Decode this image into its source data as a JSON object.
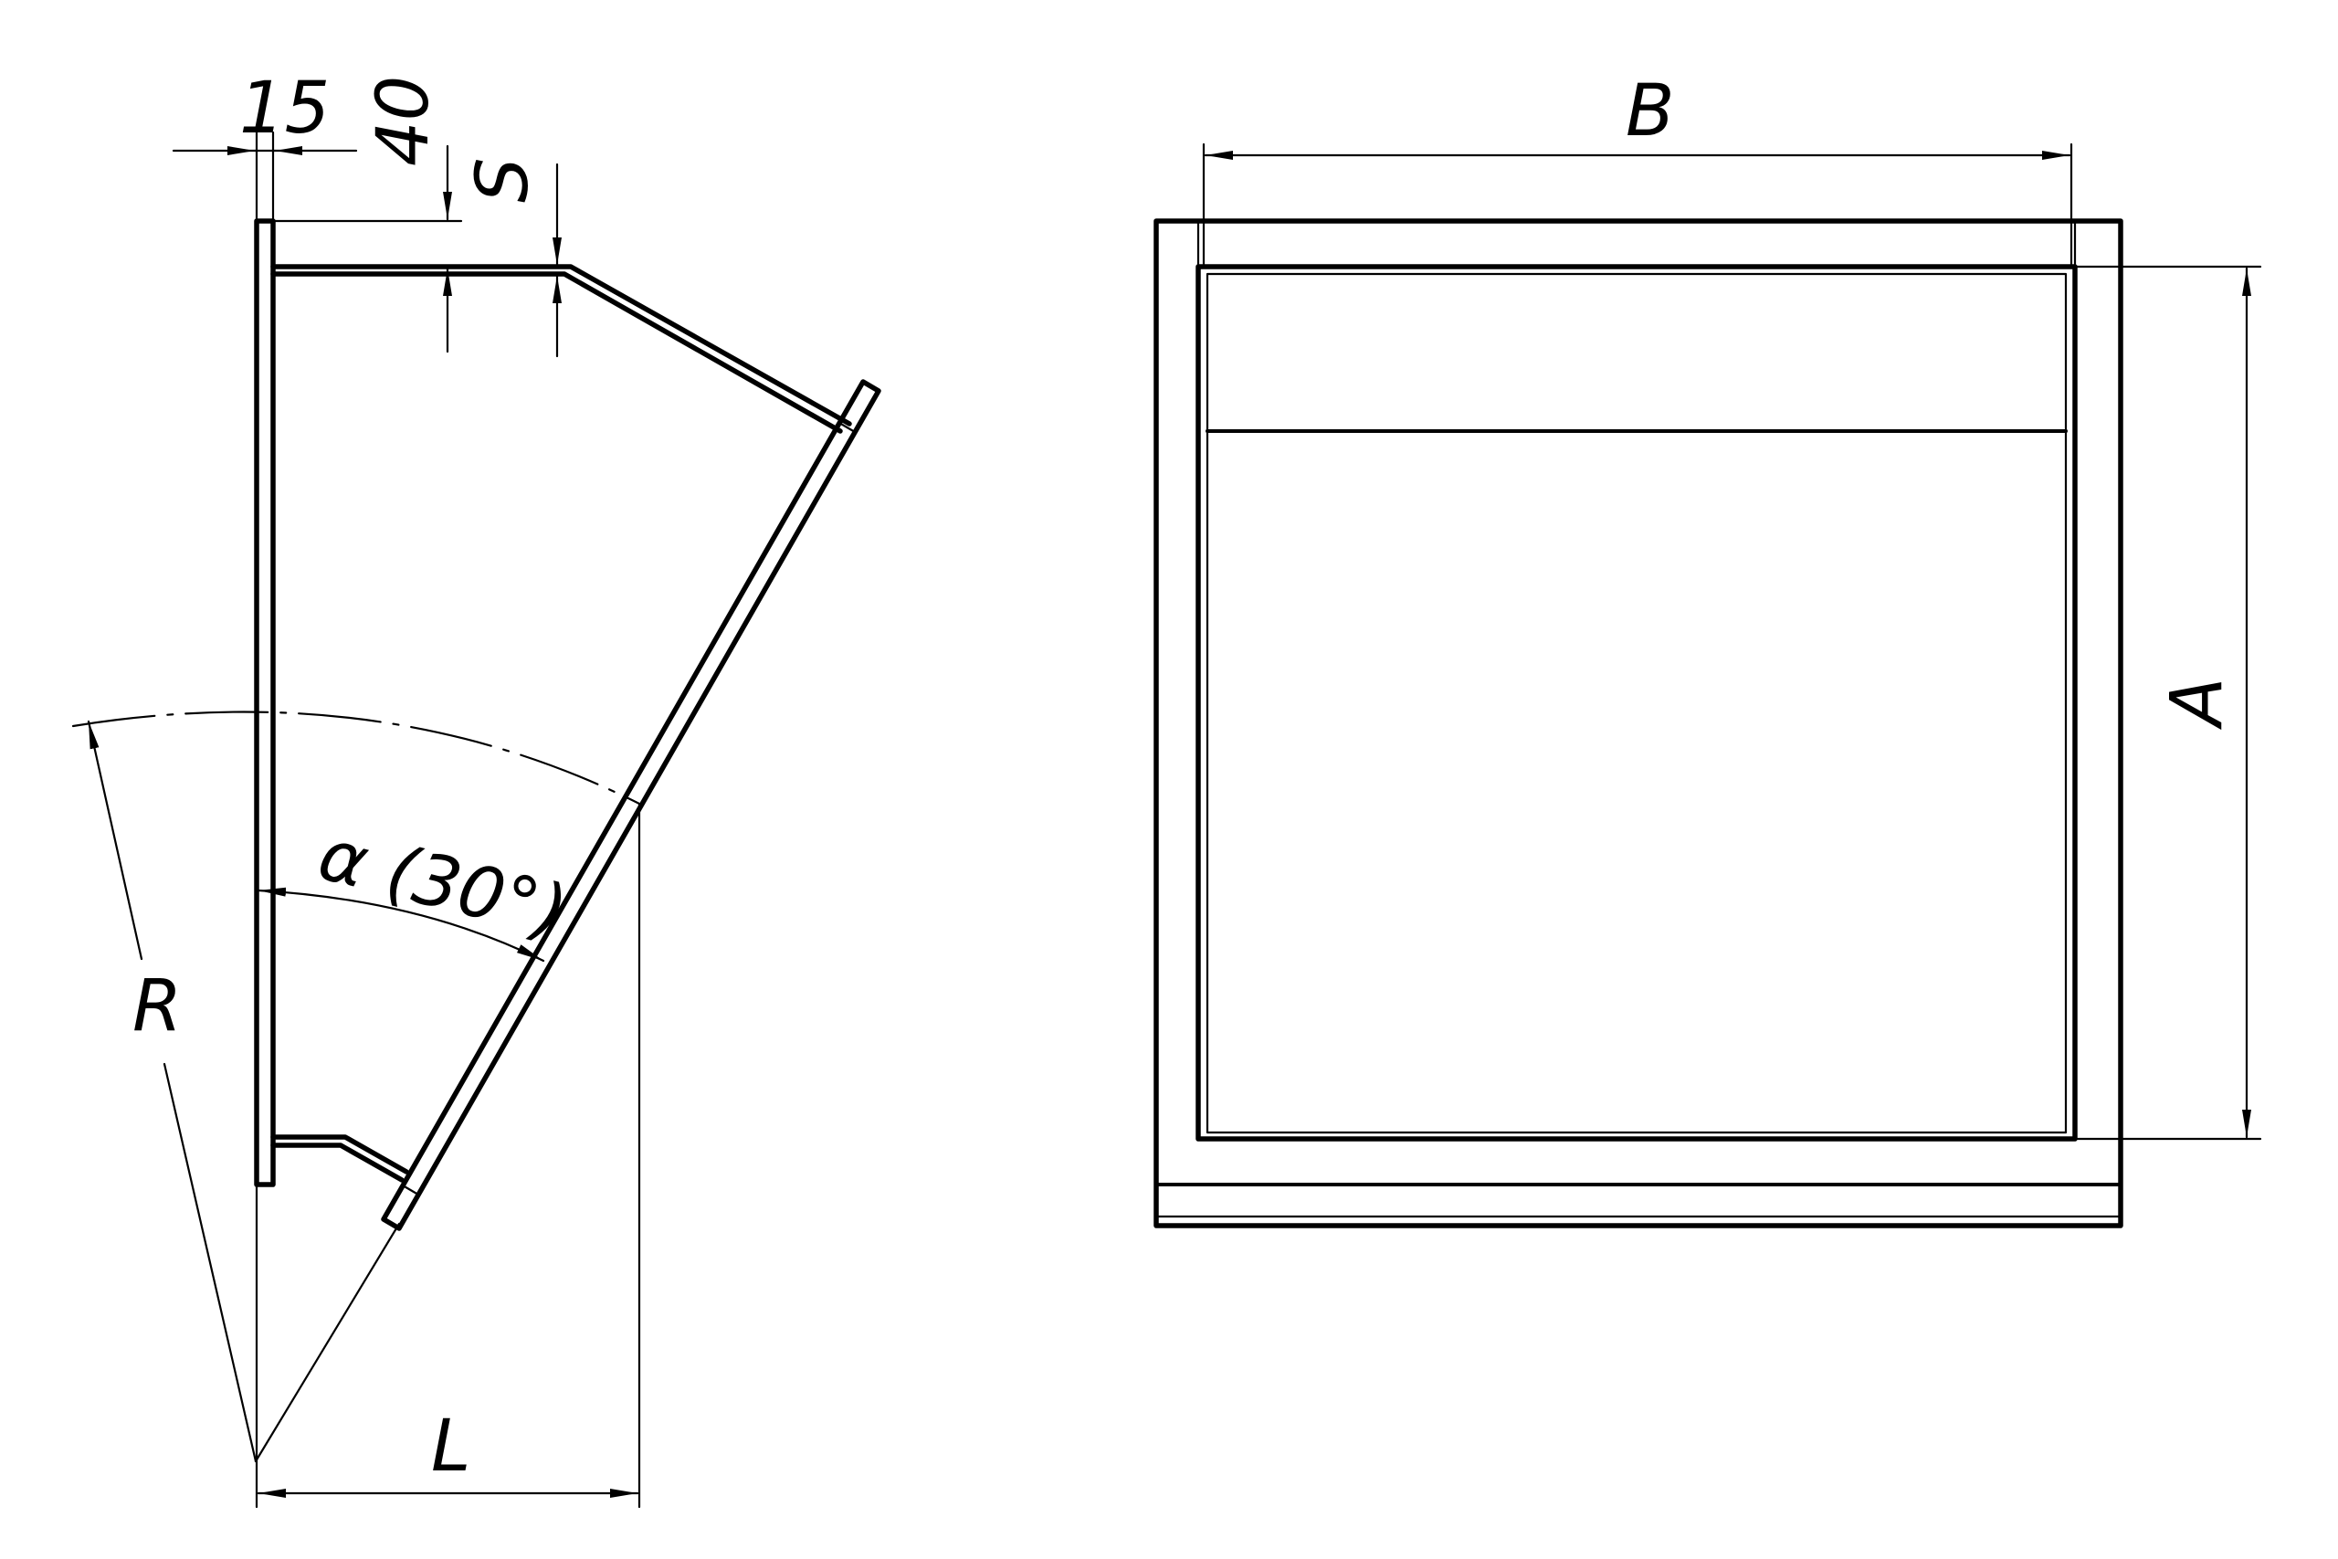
{
  "drawing": {
    "title": "",
    "side_view": {
      "dim_flange_width": "15",
      "dim_offset": "40",
      "dim_thickness": "S",
      "dim_angle": "α (30°)",
      "dim_radius": "R",
      "dim_length": "L"
    },
    "front_view": {
      "dim_width": "B",
      "dim_height": "A"
    }
  },
  "colors": {
    "line": "#000000",
    "background": "#ffffff"
  }
}
